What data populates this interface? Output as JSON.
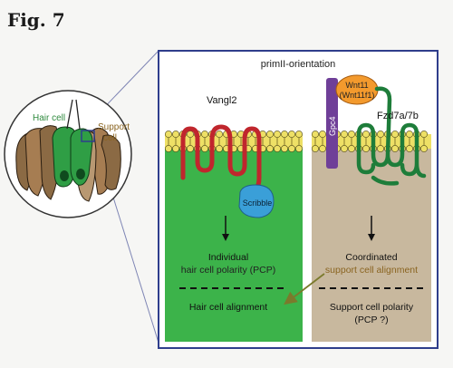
{
  "figure": {
    "label": "Fig. 7"
  },
  "panel": {
    "title": "primII-orientation"
  },
  "inset": {
    "hair_cell_label": "Hair cell",
    "support_cell_label_line1": "Support",
    "support_cell_label_line2": "cell"
  },
  "hair_cell_side": {
    "protein_label": "Vangl2",
    "scribble_label": "Scribble",
    "text_line1": "Individual",
    "text_line2": "hair cell polarity (PCP)",
    "alignment_text": "Hair cell alignment"
  },
  "support_cell_side": {
    "gpc4_label": "Gpc4",
    "wnt_label_line1": "Wnt11",
    "wnt_label_line2": "(Wnt11f1)",
    "fzd_label": "Fzd7a/7b",
    "text_line1": "Coordinated",
    "text_line2": "support cell alignment",
    "polarity_line1": "Support cell polarity",
    "polarity_line2": "(PCP ?)"
  },
  "colors": {
    "hair_cell_green": "#3cb34a",
    "support_cell_tan": "#c8b89e",
    "membrane_yellow": "#eee066",
    "vangl2_red": "#c0262d",
    "fzd_green": "#1e7d3a",
    "scribble_blue": "#3a9fd8",
    "wnt_orange": "#f39a2d",
    "gpc4_purple": "#6f3f98",
    "panel_border": "#2f3e8c",
    "support_text_brown": "#8a6420",
    "hair_text_green": "#2f8a3e"
  }
}
